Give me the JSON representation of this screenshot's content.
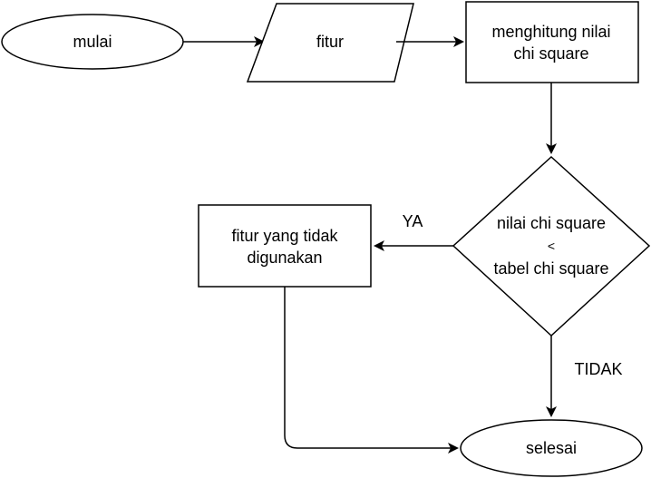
{
  "nodes": {
    "start": {
      "label": "mulai"
    },
    "input": {
      "label": "fitur"
    },
    "process": {
      "line1": "menghitung nilai",
      "line2": "chi square"
    },
    "decision": {
      "line1": "nilai chi square",
      "line2": "<",
      "line3": "tabel chi square"
    },
    "unused": {
      "line1": "fitur yang tidak",
      "line2": "digunakan"
    },
    "end": {
      "label": "selesai"
    }
  },
  "edges": {
    "yes_label": "YA",
    "no_label": "TIDAK"
  }
}
